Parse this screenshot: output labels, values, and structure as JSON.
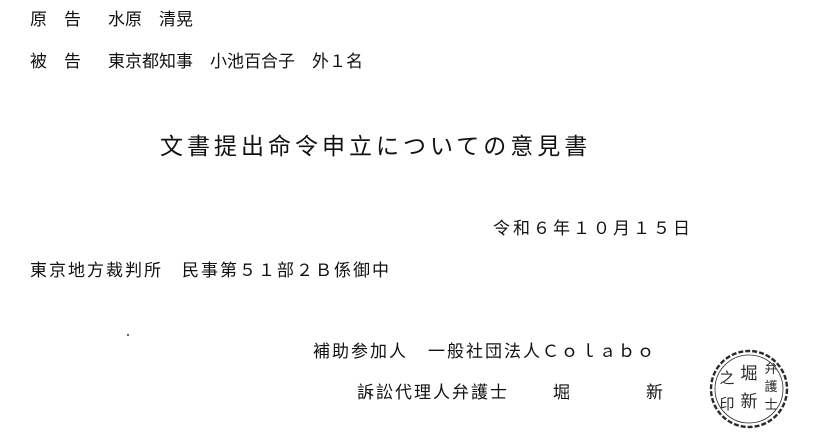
{
  "parties": {
    "plaintiff_label": "原　告",
    "plaintiff_name": "水原　清晃",
    "defendant_label": "被　告",
    "defendant_name": "東京都知事　小池百合子　外１名"
  },
  "title": "文書提出命令申立についての意見書",
  "date": "令和６年１０月１５日",
  "court": "東京地方裁判所　民事第５１部２Ｂ係御中",
  "applicant": {
    "role": "補助参加人",
    "name": "一般社団法人Ｃｏｌａｂｏ"
  },
  "attorney": {
    "role": "訴訟代理人弁護士",
    "surname": "堀",
    "given_name": "新"
  },
  "seal": {
    "text": "弁護士堀新之印",
    "color": "#2a2a2a"
  }
}
